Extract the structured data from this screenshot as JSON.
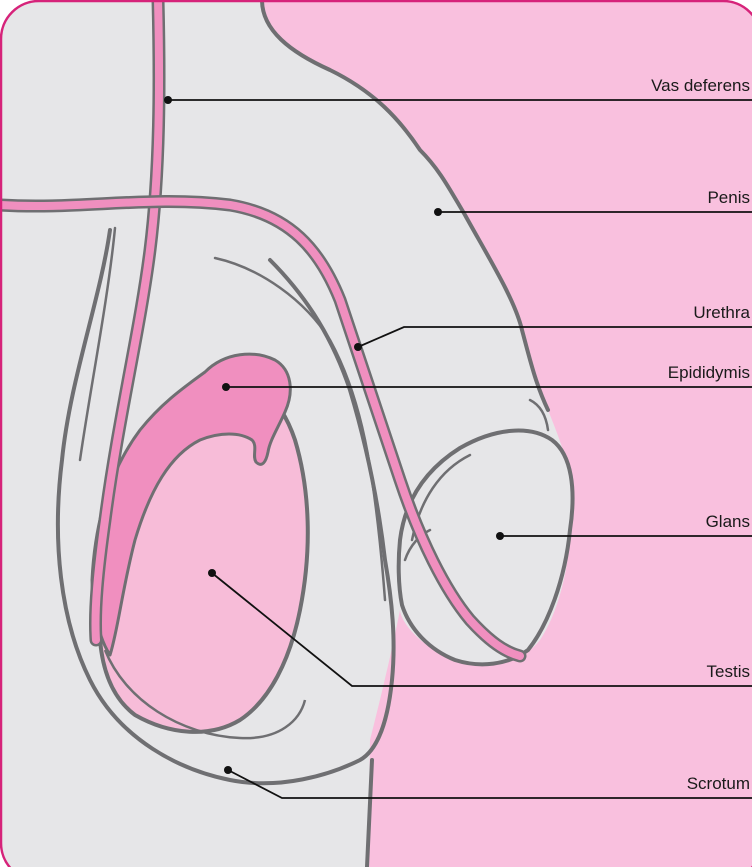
{
  "diagram": {
    "colors": {
      "background_pink": "#f9c0de",
      "body_gray": "#e6e6e8",
      "outline": "#6f6f72",
      "tube_pink": "#f08fbf",
      "testis_pink": "#f7bcd8",
      "frame": "#d6237a"
    },
    "labels": {
      "vas_deferens": "Vas deferens",
      "penis": "Penis",
      "urethra": "Urethra",
      "epididymis": "Epididymis",
      "glans": "Glans",
      "testis": "Testis",
      "scrotum": "Scrotum"
    }
  }
}
